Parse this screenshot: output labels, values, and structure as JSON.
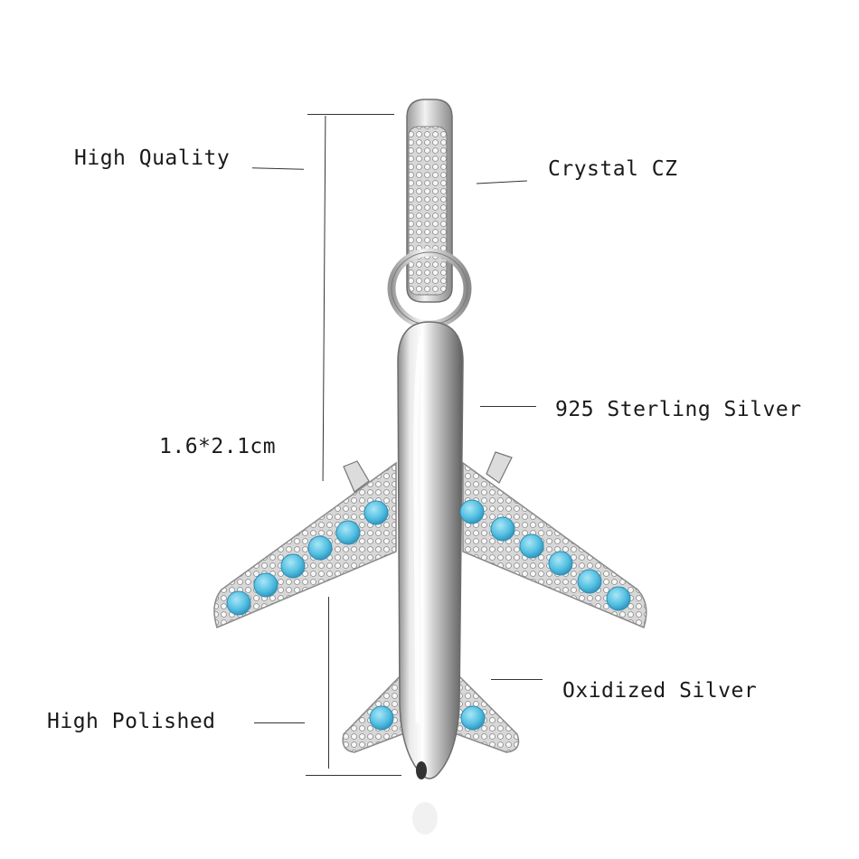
{
  "labels": {
    "high_quality": "High Quality",
    "crystal_cz": "Crystal CZ",
    "sterling_silver": "925 Sterling Silver",
    "size": "1.6*2.1cm",
    "high_polished": "High Polished",
    "oxidized_silver": "Oxidized Silver"
  },
  "colors": {
    "silver_light": "#f4f4f4",
    "silver_mid": "#c8c8c8",
    "silver_dark": "#7a7a7a",
    "stone_blue": "#5cc5e6"
  }
}
